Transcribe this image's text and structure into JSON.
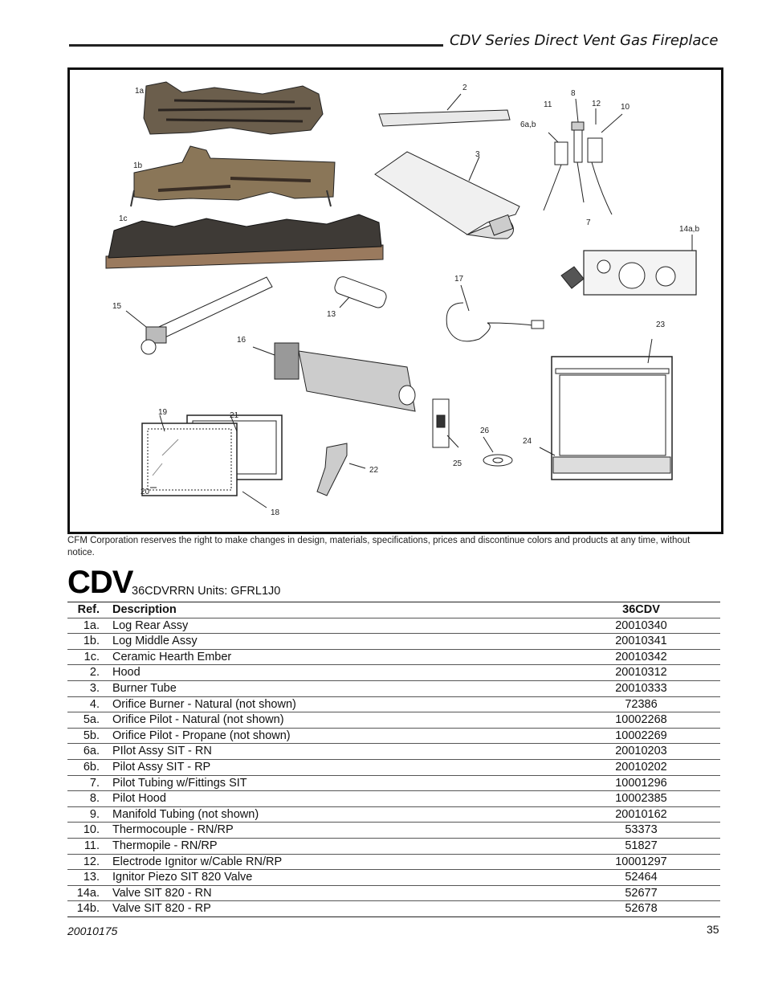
{
  "header": {
    "title": "CDV Series Direct Vent Gas Fireplace"
  },
  "diagram": {
    "callouts": [
      "1a",
      "1b",
      "1c",
      "2",
      "3",
      "6a,b",
      "7",
      "8",
      "10",
      "11",
      "12",
      "13",
      "14a,b",
      "15",
      "16",
      "17",
      "18",
      "19",
      "20",
      "21",
      "22",
      "23",
      "24",
      "25",
      "26"
    ]
  },
  "disclaimer": "CFM Corporation reserves the right to make changes in design, materials, specifications, prices and discontinue colors and products at any time, without notice.",
  "model": {
    "name": "CDV",
    "units_line": "36CDVRRN Units: GFRL1J0"
  },
  "table": {
    "headers": {
      "ref": "Ref.",
      "desc": "Description",
      "pn": "36CDV"
    },
    "rows": [
      {
        "ref": "1a.",
        "desc": "Log Rear Assy",
        "pn": "20010340"
      },
      {
        "ref": "1b.",
        "desc": "Log Middle Assy",
        "pn": "20010341"
      },
      {
        "ref": "1c.",
        "desc": "Ceramic Hearth Ember",
        "pn": "20010342"
      },
      {
        "ref": "2.",
        "desc": "Hood",
        "pn": "20010312"
      },
      {
        "ref": "3.",
        "desc": "Burner Tube",
        "pn": "20010333"
      },
      {
        "ref": "4.",
        "desc": "Orifice Burner - Natural (not shown)",
        "pn": "72386"
      },
      {
        "ref": "5a.",
        "desc": "Orifice Pilot - Natural (not shown)",
        "pn": "10002268"
      },
      {
        "ref": "5b.",
        "desc": "Orifice Pilot - Propane (not shown)",
        "pn": "10002269"
      },
      {
        "ref": "6a.",
        "desc": "PIlot Assy SIT - RN",
        "pn": "20010203"
      },
      {
        "ref": "6b.",
        "desc": "Pilot Assy SIT - RP",
        "pn": "20010202"
      },
      {
        "ref": "7.",
        "desc": "Pilot Tubing w/Fittings SIT",
        "pn": "10001296"
      },
      {
        "ref": "8.",
        "desc": "Pilot Hood",
        "pn": "10002385"
      },
      {
        "ref": "9.",
        "desc": "Manifold Tubing (not shown)",
        "pn": "20010162"
      },
      {
        "ref": "10.",
        "desc": "Thermocouple - RN/RP",
        "pn": "53373"
      },
      {
        "ref": "11.",
        "desc": "Thermopile - RN/RP",
        "pn": "51827"
      },
      {
        "ref": "12.",
        "desc": "Electrode Ignitor w/Cable RN/RP",
        "pn": "10001297"
      },
      {
        "ref": "13.",
        "desc": "Ignitor Piezo SIT 820 Valve",
        "pn": "52464"
      },
      {
        "ref": "14a.",
        "desc": "Valve SIT 820 - RN",
        "pn": "52677"
      },
      {
        "ref": "14b.",
        "desc": "Valve SIT 820 - RP",
        "pn": "52678"
      }
    ]
  },
  "footer": {
    "doc_number": "20010175",
    "page_number": "35"
  }
}
